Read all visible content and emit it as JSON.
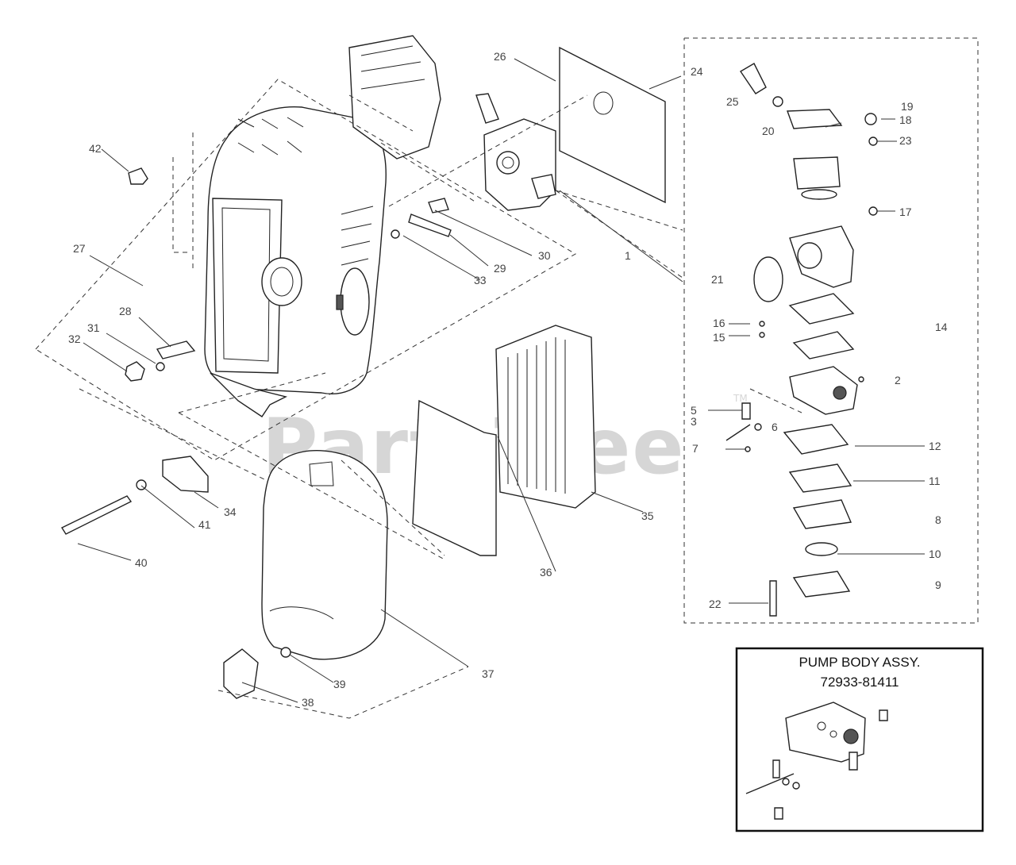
{
  "watermark": {
    "text": "PartsTree",
    "trademark": "TM"
  },
  "inset": {
    "title_line1": "PUMP BODY ASSY.",
    "title_line2": "72933-81411"
  },
  "callouts": {
    "c1": "1",
    "c2": "2",
    "c3": "3",
    "c5": "5",
    "c6": "6",
    "c7": "7",
    "c8": "8",
    "c9": "9",
    "c10": "10",
    "c11": "11",
    "c12": "12",
    "c14": "14",
    "c15": "15",
    "c16": "16",
    "c17": "17",
    "c18": "18",
    "c19": "19",
    "c20": "20",
    "c21": "21",
    "c22": "22",
    "c23": "23",
    "c24": "24",
    "c25": "25",
    "c26": "26",
    "c27": "27",
    "c28": "28",
    "c29": "29",
    "c30": "30",
    "c31": "31",
    "c32": "32",
    "c33": "33",
    "c34": "34",
    "c35": "35",
    "c36": "36",
    "c37": "37",
    "c38": "38",
    "c39": "39",
    "c40": "40",
    "c41": "41",
    "c42": "42"
  }
}
